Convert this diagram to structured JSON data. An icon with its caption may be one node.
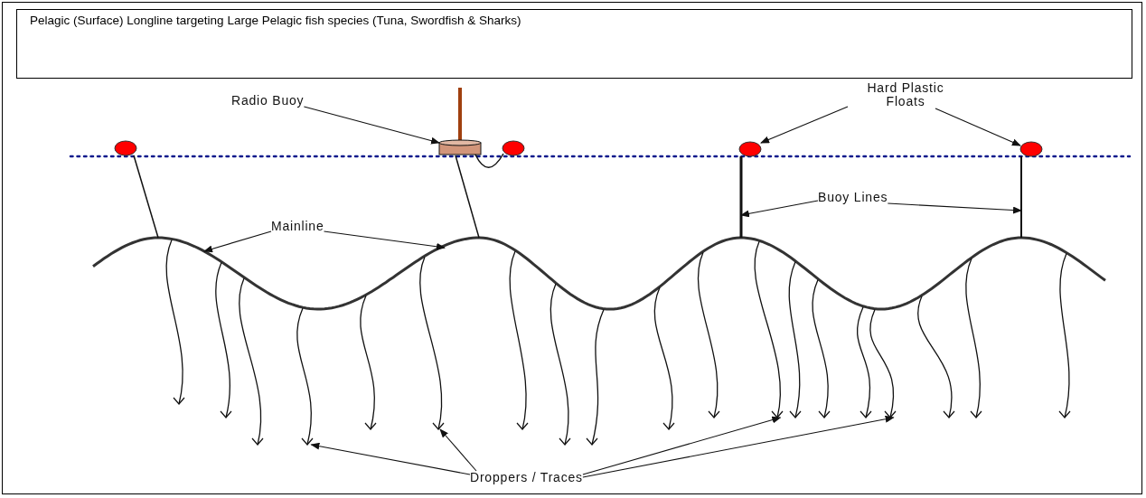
{
  "diagram": {
    "nodes": [
      {
        "text": [
          "Pelagic (Surface) Longline targeting Large Pelagic fish species (Tuna, Swordfish & Sharks)"
        ]
      },
      {
        "text": [
          "Radio Buoy"
        ]
      },
      {
        "text": [],
        "shape": "cylinder"
      },
      {
        "text": [
          "Hard Plastic Floats"
        ]
      },
      {
        "text": [],
        "shape": "circle"
      },
      {
        "text": [],
        "shape": "circle"
      },
      {
        "text": [],
        "shape": "circle"
      },
      {
        "text": [],
        "shape": "circle"
      },
      {
        "text": [
          "Mainline"
        ]
      },
      {
        "text": [],
        "shape": "line"
      },
      {
        "text": [
          "Buoy Lines"
        ]
      },
      {
        "text": [],
        "shape": "line"
      },
      {
        "text": [],
        "shape": "line"
      },
      {
        "text": [],
        "shape": "line"
      },
      {
        "text": [],
        "shape": "line"
      },
      {
        "text": [
          "Droppers / Traces"
        ]
      },
      {
        "text": [],
        "shape": "line"
      },
      {
        "text": [],
        "shape": "line"
      },
      {
        "text": [],
        "shape": "line"
      },
      {
        "text": [],
        "shape": "line"
      },
      {
        "text": [],
        "shape": "line"
      },
      {
        "text": [],
        "shape": "line"
      },
      {
        "text": [],
        "shape": "line"
      },
      {
        "text": [],
        "shape": "line"
      },
      {
        "text": [],
        "shape": "line"
      },
      {
        "text": [],
        "shape": "line"
      },
      {
        "text": [],
        "shape": "line"
      },
      {
        "text": [],
        "shape": "line"
      },
      {
        "text": [],
        "shape": "line"
      },
      {
        "text": [],
        "shape": "line"
      },
      {
        "text": [],
        "shape": "line"
      },
      {
        "text": [],
        "shape": "line"
      },
      {
        "text": [],
        "shape": "line"
      },
      {
        "text": [],
        "shape": "line"
      },
      {
        "text": [],
        "shape": "line"
      }
    ],
    "edges": [
      {
        "from": 1,
        "to": 2,
        "arrow": "to"
      },
      {
        "from": 3,
        "to": 6,
        "arrow": "to"
      },
      {
        "from": 3,
        "to": 7,
        "arrow": "to"
      },
      {
        "from": 8,
        "to": 9,
        "arrow": "to"
      },
      {
        "from": 8,
        "to": 9,
        "arrow": "to"
      },
      {
        "from": 10,
        "to": 13,
        "arrow": "to"
      },
      {
        "from": 10,
        "to": 14,
        "arrow": "to"
      },
      {
        "from": 15,
        "to": 19,
        "arrow": "to"
      },
      {
        "from": 15,
        "to": 21,
        "arrow": "to"
      },
      {
        "from": 15,
        "to": 27,
        "arrow": "to"
      },
      {
        "from": 15,
        "to": 31,
        "arrow": "to"
      },
      {
        "from": 2,
        "to": 5,
        "arrow": "none"
      }
    ]
  }
}
